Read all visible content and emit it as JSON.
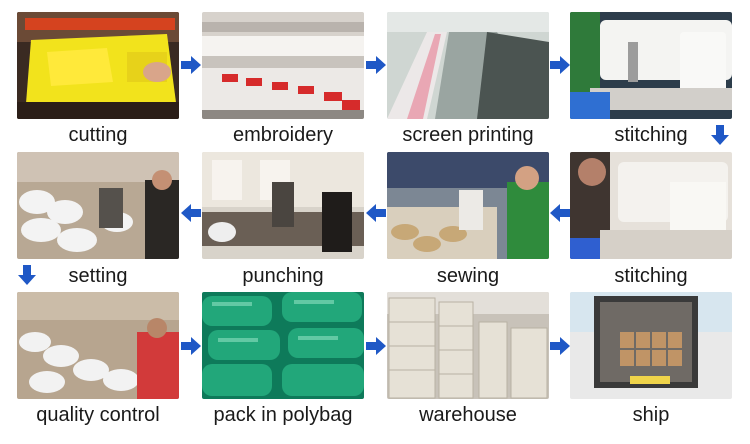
{
  "steps": [
    {
      "label": "cutting",
      "icon": "cutting-photo"
    },
    {
      "label": "embroidery",
      "icon": "embroidery-photo"
    },
    {
      "label": "screen printing",
      "icon": "screen-printing-photo"
    },
    {
      "label": "stitching",
      "icon": "stitching-machine-photo"
    },
    {
      "label": "setting",
      "icon": "setting-photo"
    },
    {
      "label": "punching",
      "icon": "punching-photo"
    },
    {
      "label": "sewing",
      "icon": "sewing-photo"
    },
    {
      "label": "stitching",
      "icon": "stitching-photo"
    },
    {
      "label": "quality control",
      "icon": "quality-control-photo"
    },
    {
      "label": "pack in polybag",
      "icon": "polybag-photo"
    },
    {
      "label": "warehouse",
      "icon": "warehouse-photo"
    },
    {
      "label": "ship",
      "icon": "container-ship-photo"
    }
  ],
  "colors": {
    "arrow": "#1f58c6",
    "text": "#1a1a1a"
  }
}
